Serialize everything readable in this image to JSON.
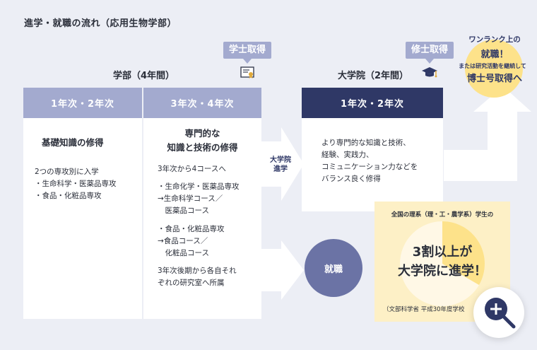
{
  "page_title": "進学・就職の流れ（応用生物学部）",
  "tags": {
    "bachelor": "学士取得",
    "master": "修士取得"
  },
  "sections": {
    "undergrad_label": "学部（4年間）",
    "grad_label": "大学院（2年間）"
  },
  "columns": [
    {
      "header": "1年次・2年次",
      "heading": "基礎知識の修得",
      "lines": [
        "2つの専攻別に入学",
        "・生命科学・医薬品専攻",
        "・食品・化粧品専攻"
      ]
    },
    {
      "header": "3年次・4年次",
      "heading": "専門的な\n知識と技術の修得",
      "intro": "3年次から4コースへ",
      "group1": "・生命化学・医薬品専攻\n→生命科学コース／\n　医薬品コース",
      "group2": "・食品・化粧品専攻\n→食品コース／\n　化粧品コース",
      "outro": "3年次後期から各自それ\nぞれの研究室へ所属"
    },
    {
      "header": "1年次・2年次",
      "text": "より専門的な知識と技術、\n経験、実践力、\nコミュニケーション力などを\nバランス良く修得"
    }
  ],
  "arrows": {
    "grad_entry": "大学院\n進学",
    "employment": "就職"
  },
  "top_right": {
    "line1": "ワンランク上の",
    "line2": "就職！",
    "line3": "または研究活動を継続して",
    "line4": "博士号取得へ"
  },
  "stat_box": {
    "caption": "全国の理系（理・工・農学系）学生の",
    "headline": "3割以上が\n大学院に進学！",
    "source": "（文部科学省 平成30年度学校"
  },
  "zoom_button": {
    "icon": "zoom-in-icon"
  },
  "colors": {
    "undergrad_header": "#a3aacf",
    "grad_header": "#2f3866",
    "circle": "#6b73a5",
    "yellow_circle": "#fde28a",
    "stat_box": "#fdf0c6"
  }
}
